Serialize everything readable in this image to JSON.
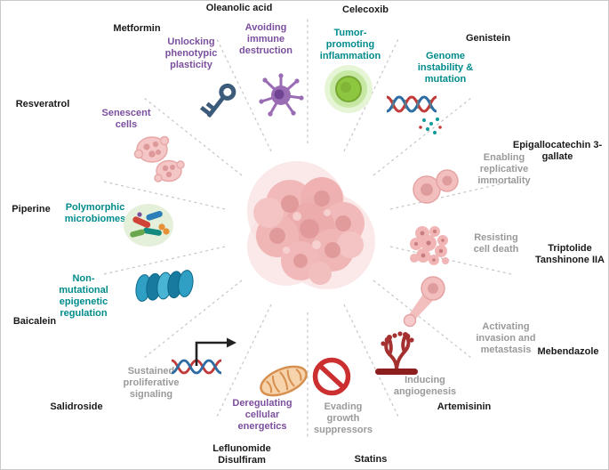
{
  "palette": {
    "new_hallmark_purple": "#7b4f9e",
    "emerging_hallmark_teal": "#008b8b",
    "classic_hallmark_gray": "#9a9a9a",
    "drug_text": "#1a1a1a",
    "divider_line": "#c6c6c6",
    "tumor_pink": "#f0b2b2",
    "vessel_red": "#9e2a2a",
    "prohibition_red": "#cb2f2f",
    "mitochondrion_orange": "#f6d3ab",
    "chromatin_blue": "#2f9fc4",
    "inflamed_green": "#8dc63f",
    "key_navy": "#3c5a7a",
    "dendritic_purple": "#9a6cb4"
  },
  "center": {
    "icon": "tumor-mass-icon"
  },
  "sectors": [
    {
      "drug": "Oleanolic acid",
      "hallmark": "Avoiding immune destruction",
      "category": "purple",
      "icon": "dendritic-cell-icon"
    },
    {
      "drug": "Celecoxib",
      "hallmark": "Tumor-promoting inflammation",
      "category": "teal",
      "icon": "inflamed-cell-icon"
    },
    {
      "drug": "Genistein",
      "hallmark": "Genome instability & mutation",
      "category": "teal",
      "icon": "dna-mutation-icon"
    },
    {
      "drug": "Epigallocatechin 3-gallate",
      "hallmark": "Enabling replicative immortality",
      "category": "gray",
      "icon": "dividing-cell-icon"
    },
    {
      "drug": "Triptolide Tanshinone IIA",
      "hallmark": "Resisting cell death",
      "category": "gray",
      "icon": "apoptotic-cell-icon"
    },
    {
      "drug": "Mebendazole",
      "hallmark": "Activating invasion and metastasis",
      "category": "gray",
      "icon": "invading-cell-icon"
    },
    {
      "drug": "Artemisinin",
      "hallmark": "Inducing angiogenesis",
      "category": "gray",
      "icon": "blood-vessel-icon"
    },
    {
      "drug": "Statins",
      "hallmark": "Evading growth suppressors",
      "category": "gray",
      "icon": "prohibition-icon"
    },
    {
      "drug": "Leflunomide Disulfiram",
      "hallmark": "Deregulating cellular energetics",
      "category": "purple",
      "icon": "mitochondrion-icon"
    },
    {
      "drug": "Salidroside",
      "hallmark": "Sustained proliferative signaling",
      "category": "gray",
      "icon": "transcription-arrow-icon"
    },
    {
      "drug": "Baicalein",
      "hallmark": "Non-mutational epigenetic regulation",
      "category": "teal",
      "icon": "chromatin-coil-icon"
    },
    {
      "drug": "Piperine",
      "hallmark": "Polymorphic microbiomes",
      "category": "teal",
      "icon": "microbiome-icon"
    },
    {
      "drug": "Resveratrol",
      "hallmark": "Senescent cells",
      "category": "purple",
      "icon": "senescent-cells-icon"
    },
    {
      "drug": "Metformin",
      "hallmark": "Unlocking phenotypic plasticity",
      "category": "purple",
      "icon": "key-icon"
    }
  ]
}
